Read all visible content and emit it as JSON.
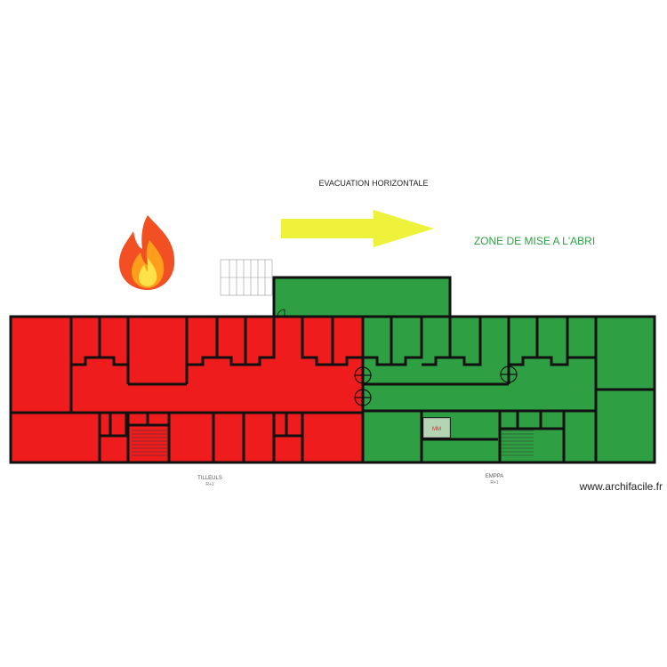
{
  "diagram": {
    "title": "EVACUATION HORIZONTALE",
    "safe_zone_label": "ZONE DE MISE A L'ABRI",
    "left_wing": {
      "name": "TILLEULS",
      "level": "R+1"
    },
    "right_wing": {
      "name": "EMPPA",
      "level": "R+1"
    },
    "equipment_tag": "MM",
    "watermark": "www.archifacile.fr"
  },
  "colors": {
    "fire_zone": "#ee1c1c",
    "safe_zone": "#2ea043",
    "arrow": "#eef23a",
    "wall": "#111111"
  },
  "icons": {
    "fire": "fire-icon",
    "arrow": "evacuation-arrow-icon",
    "door": "fire-door-icon",
    "stairs": "stairs-icon"
  }
}
